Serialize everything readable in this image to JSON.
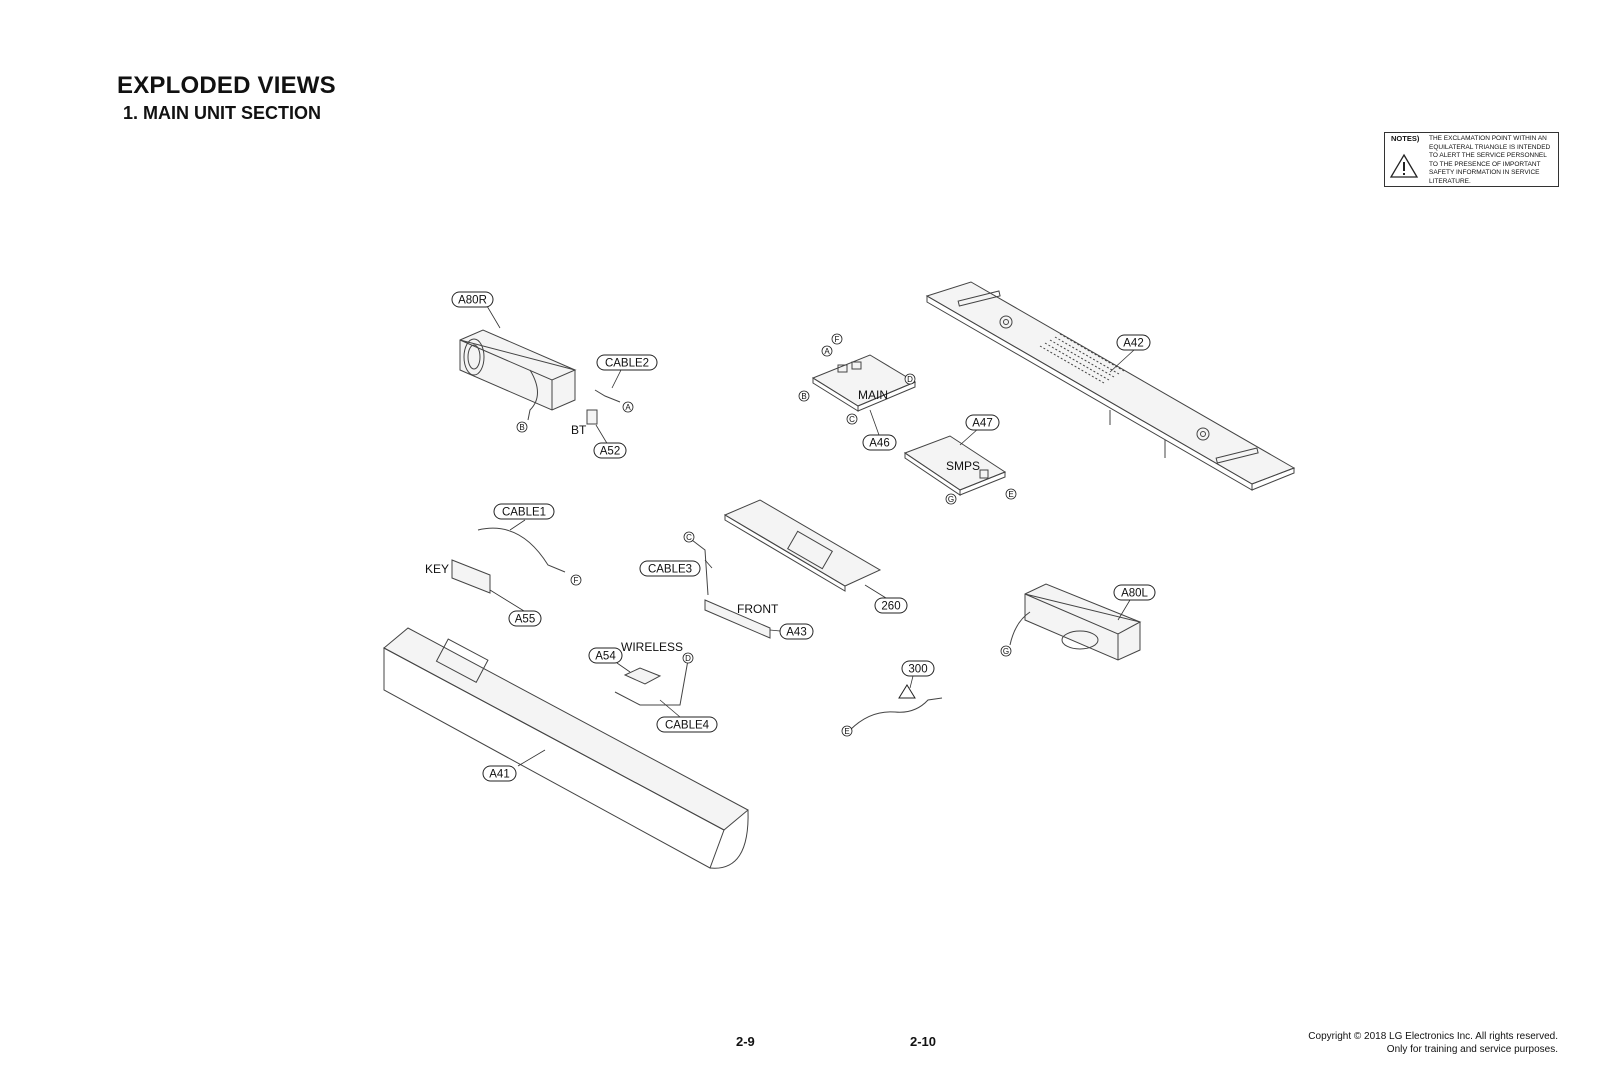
{
  "header": {
    "title": "EXPLODED VIEWS",
    "subtitle": "1. MAIN UNIT SECTION"
  },
  "notes": {
    "label": "NOTES)",
    "text": "THE EXCLAMATION POINT WITHIN AN EQUILATERAL TRIANGLE IS INTENDED TO ALERT THE SERVICE PERSONNEL TO THE PRESENCE OF IMPORTANT SAFETY INFORMATION IN SERVICE LITERATURE.",
    "icon": "warning-triangle-icon"
  },
  "part_labels": [
    {
      "id": "a80r",
      "text": "A80R"
    },
    {
      "id": "cable2",
      "text": "CABLE2"
    },
    {
      "id": "a52",
      "text": "A52"
    },
    {
      "id": "a42",
      "text": "A42"
    },
    {
      "id": "a46",
      "text": "A46"
    },
    {
      "id": "a47",
      "text": "A47"
    },
    {
      "id": "cable1",
      "text": "CABLE1"
    },
    {
      "id": "a55",
      "text": "A55"
    },
    {
      "id": "cable3",
      "text": "CABLE3"
    },
    {
      "id": "260",
      "text": "260"
    },
    {
      "id": "a43",
      "text": "A43"
    },
    {
      "id": "a80l",
      "text": "A80L"
    },
    {
      "id": "a54",
      "text": "A54"
    },
    {
      "id": "300",
      "text": "300"
    },
    {
      "id": "cable4",
      "text": "CABLE4"
    },
    {
      "id": "a41",
      "text": "A41"
    }
  ],
  "board_labels": {
    "bt": "BT",
    "main": "MAIN",
    "smps": "SMPS",
    "key": "KEY",
    "front": "FRONT",
    "wireless": "WIRELESS"
  },
  "connector_letters": {
    "a": "A",
    "b": "B",
    "c": "C",
    "d": "D",
    "e": "E",
    "f": "F",
    "g": "G"
  },
  "footer": {
    "page_left": "2-9",
    "page_right": "2-10",
    "copyright_line1": "Copyright © 2018 LG Electronics Inc. All rights reserved.",
    "copyright_line2": "Only for training and service purposes."
  }
}
